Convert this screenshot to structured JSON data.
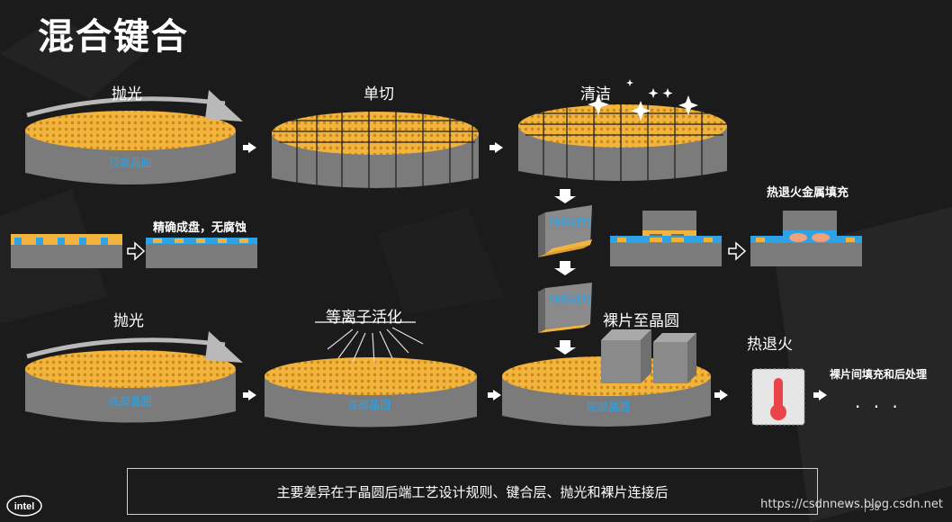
{
  "title": "混合键合",
  "labels": {
    "polish_top": "抛光",
    "dice": "单切",
    "clean": "清洁",
    "precision": "精确成盘，无腐蚀",
    "anneal_fill": "热退火金属填充",
    "polish_bottom": "抛光",
    "plasma": "等离子活化",
    "die_to_wafer": "裸片至晶圆",
    "anneal": "热退火",
    "gap_fill": "裸片间填充和后处理",
    "ellipsis": "· · ·"
  },
  "wafer_labels": {
    "top_wafer": "顶部晶圆",
    "top_die_1": "顶部裸片",
    "top_die_2": "顶部裸片",
    "bottom_wafer_1": "底部晶圆",
    "bottom_wafer_2": "底部晶圆",
    "bottom_wafer_3": "底部晶圆"
  },
  "note": "主要差异在于晶圆后端工艺设计规则、键合层、抛光和裸片连接后",
  "footer": {
    "url": "https://csdnnews.blog.csdn.net",
    "page": "| 38",
    "logo": "intel"
  },
  "colors": {
    "background": "#1b1b1c",
    "wafer_gold": "#f2b43c",
    "wafer_side": "#7b7b7b",
    "die_blue": "#2da3e6",
    "thermometer_red": "#e9434b"
  },
  "icons": [
    "arrow-right-icon",
    "arrow-down-icon",
    "hollow-arrow-right-icon",
    "sparkle-icon",
    "thermometer-icon",
    "intel-logo-icon"
  ]
}
